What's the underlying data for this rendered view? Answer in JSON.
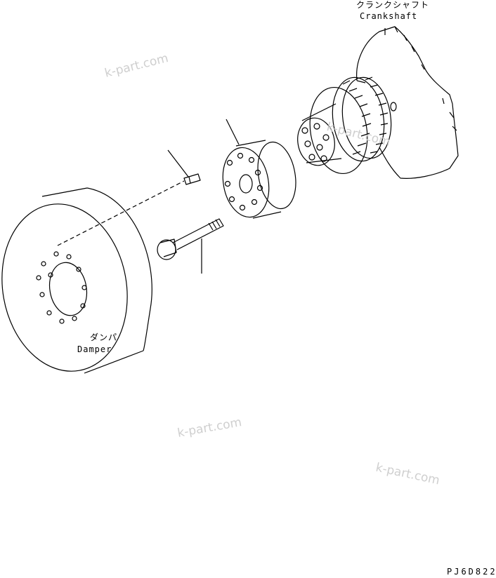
{
  "labels": {
    "crankshaft_jp": "クランクシャフト",
    "crankshaft_en": "Crankshaft",
    "damper_jp": "ダンパ",
    "damper_en": "Damper",
    "code": "PJ6D822"
  },
  "watermarks": [
    "k-part.com",
    "k-part.com",
    "k-part.com",
    "k-part.com"
  ]
}
